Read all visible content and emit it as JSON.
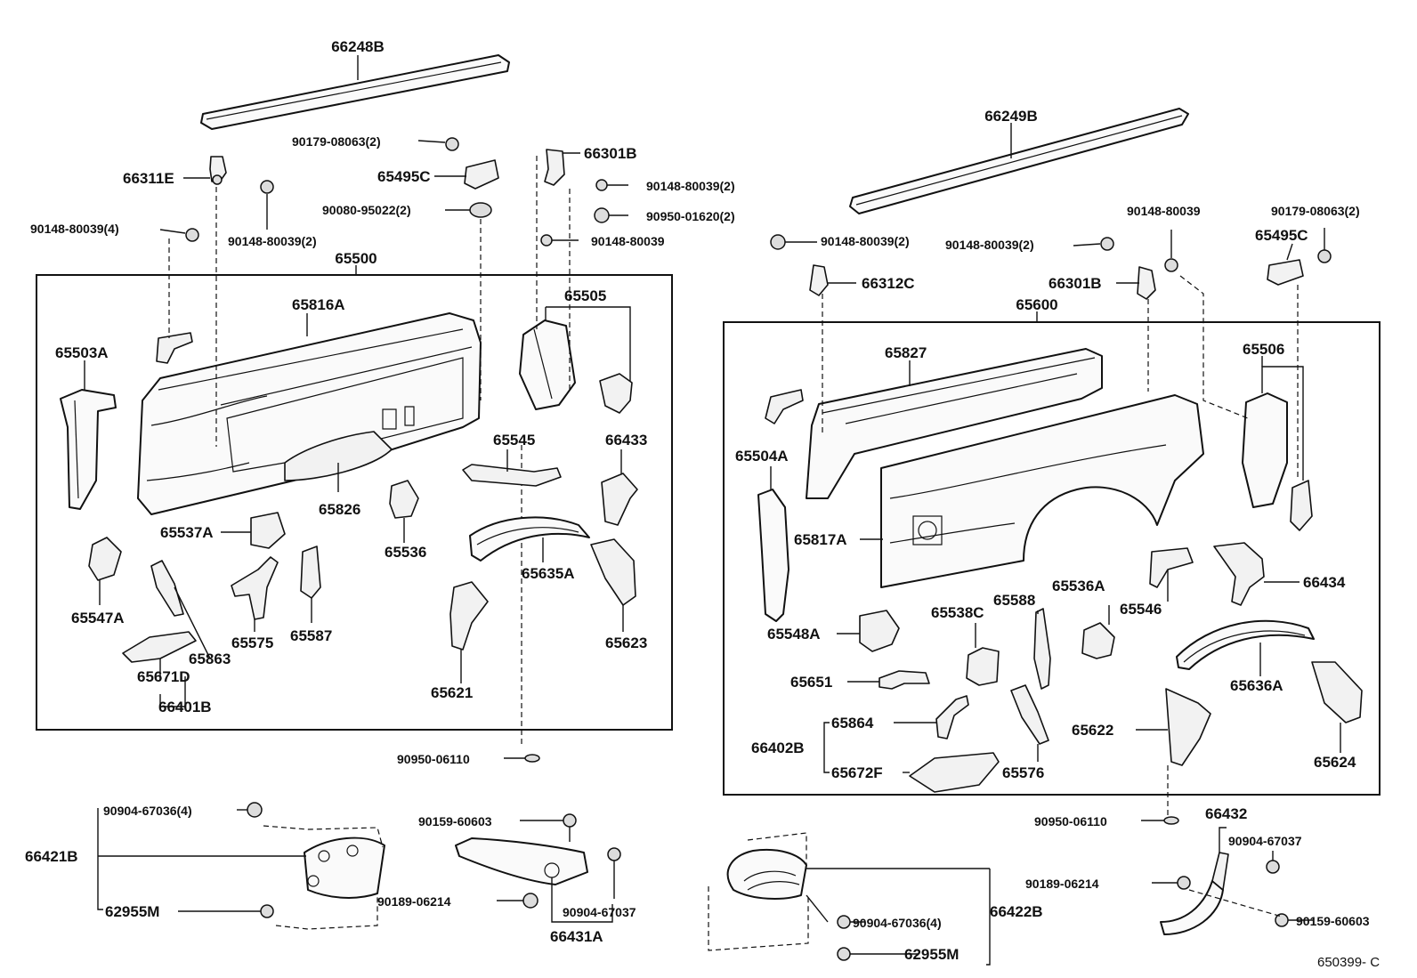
{
  "diagram": {
    "catalog_code": "650399- C",
    "groups": {
      "left": "65500",
      "right": "65600"
    },
    "labels": {
      "p66248B": "66248B",
      "p66249B": "66249B",
      "p90179_08063_2_l": "90179-08063(2)",
      "p65495C_l": "65495C",
      "p66311E": "66311E",
      "p90148_80039_4": "90148-80039(4)",
      "p90148_80039_2_a": "90148-80039(2)",
      "p90080_95022_2": "90080-95022(2)",
      "p66301B_l": "66301B",
      "p90148_80039_2_b": "90148-80039(2)",
      "p90950_01620_2": "90950-01620(2)",
      "p90148_80039_l": "90148-80039",
      "p65816A": "65816A",
      "p65503A": "65503A",
      "p65505": "65505",
      "p65826": "65826",
      "p65545": "65545",
      "p66433": "66433",
      "p65537A": "65537A",
      "p65536": "65536",
      "p65635A": "65635A",
      "p65547A": "65547A",
      "p65575": "65575",
      "p65587": "65587",
      "p65623": "65623",
      "p65863": "65863",
      "p65671D": "65671D",
      "p66401B": "66401B",
      "p65621": "65621",
      "p90950_06110_l": "90950-06110",
      "p90148_80039_2_c": "90148-80039(2)",
      "p66312C": "66312C",
      "p90148_80039_r": "90148-80039",
      "p90148_80039_2_d": "90148-80039(2)",
      "p90179_08063_2_r": "90179-08063(2)",
      "p65495C_r": "65495C",
      "p66301B_r": "66301B",
      "p65827": "65827",
      "p65506": "65506",
      "p65504A": "65504A",
      "p65817A": "65817A",
      "p65546": "65546",
      "p66434": "66434",
      "p65536A": "65536A",
      "p65588": "65588",
      "p65538C": "65538C",
      "p65548A": "65548A",
      "p65651": "65651",
      "p65636A": "65636A",
      "p65864": "65864",
      "p66402B": "66402B",
      "p65672F": "65672F",
      "p65576": "65576",
      "p65622": "65622",
      "p65624": "65624",
      "p90950_06110_r": "90950-06110",
      "p66432": "66432",
      "p90904_67036_4_l": "90904-67036(4)",
      "p66421B": "66421B",
      "p62955M_l": "62955M",
      "p90159_60603_l": "90159-60603",
      "p90189_06214_l": "90189-06214",
      "p90904_67037_l": "90904-67037",
      "p66431A": "66431A",
      "p90904_67036_4_r": "90904-67036(4)",
      "p66422B": "66422B",
      "p62955M_r": "62955M",
      "p90904_67037_r": "90904-67037",
      "p90189_06214_r": "90189-06214",
      "p90159_60603_r": "90159-60603"
    }
  }
}
